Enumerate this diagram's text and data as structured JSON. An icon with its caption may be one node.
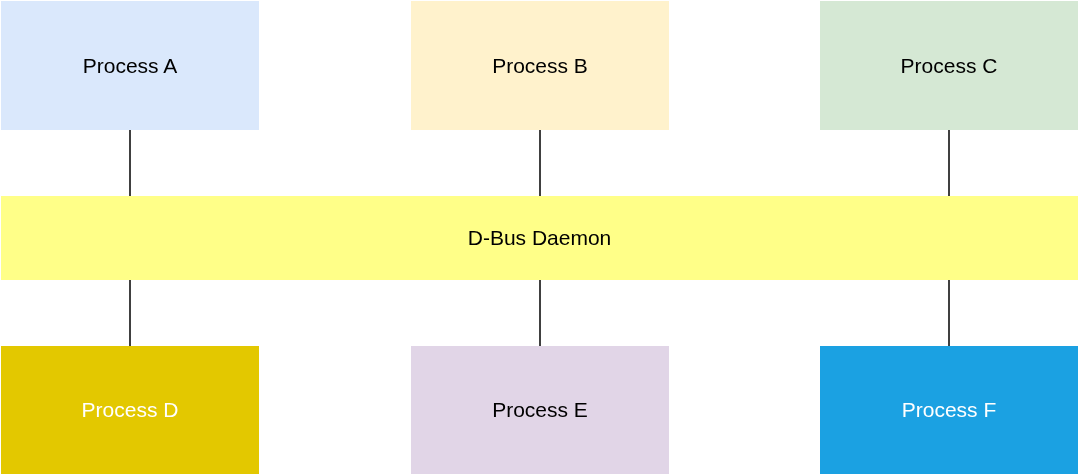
{
  "diagram": {
    "nodes": [
      {
        "text": [
          "Process A"
        ]
      },
      {
        "text": [
          "Process B"
        ]
      },
      {
        "text": [
          "Process C"
        ]
      },
      {
        "text": [
          "D-Bus Daemon"
        ]
      },
      {
        "text": [
          "Process D"
        ]
      },
      {
        "text": [
          "Process E"
        ]
      },
      {
        "text": [
          "Process F"
        ]
      }
    ],
    "edges": [
      {
        "from": 0,
        "to": 3,
        "arrow": "none"
      },
      {
        "from": 1,
        "to": 3,
        "arrow": "none"
      },
      {
        "from": 2,
        "to": 3,
        "arrow": "none"
      },
      {
        "from": 3,
        "to": 4,
        "arrow": "none"
      },
      {
        "from": 3,
        "to": 5,
        "arrow": "none"
      },
      {
        "from": 3,
        "to": 6,
        "arrow": "none"
      }
    ]
  }
}
